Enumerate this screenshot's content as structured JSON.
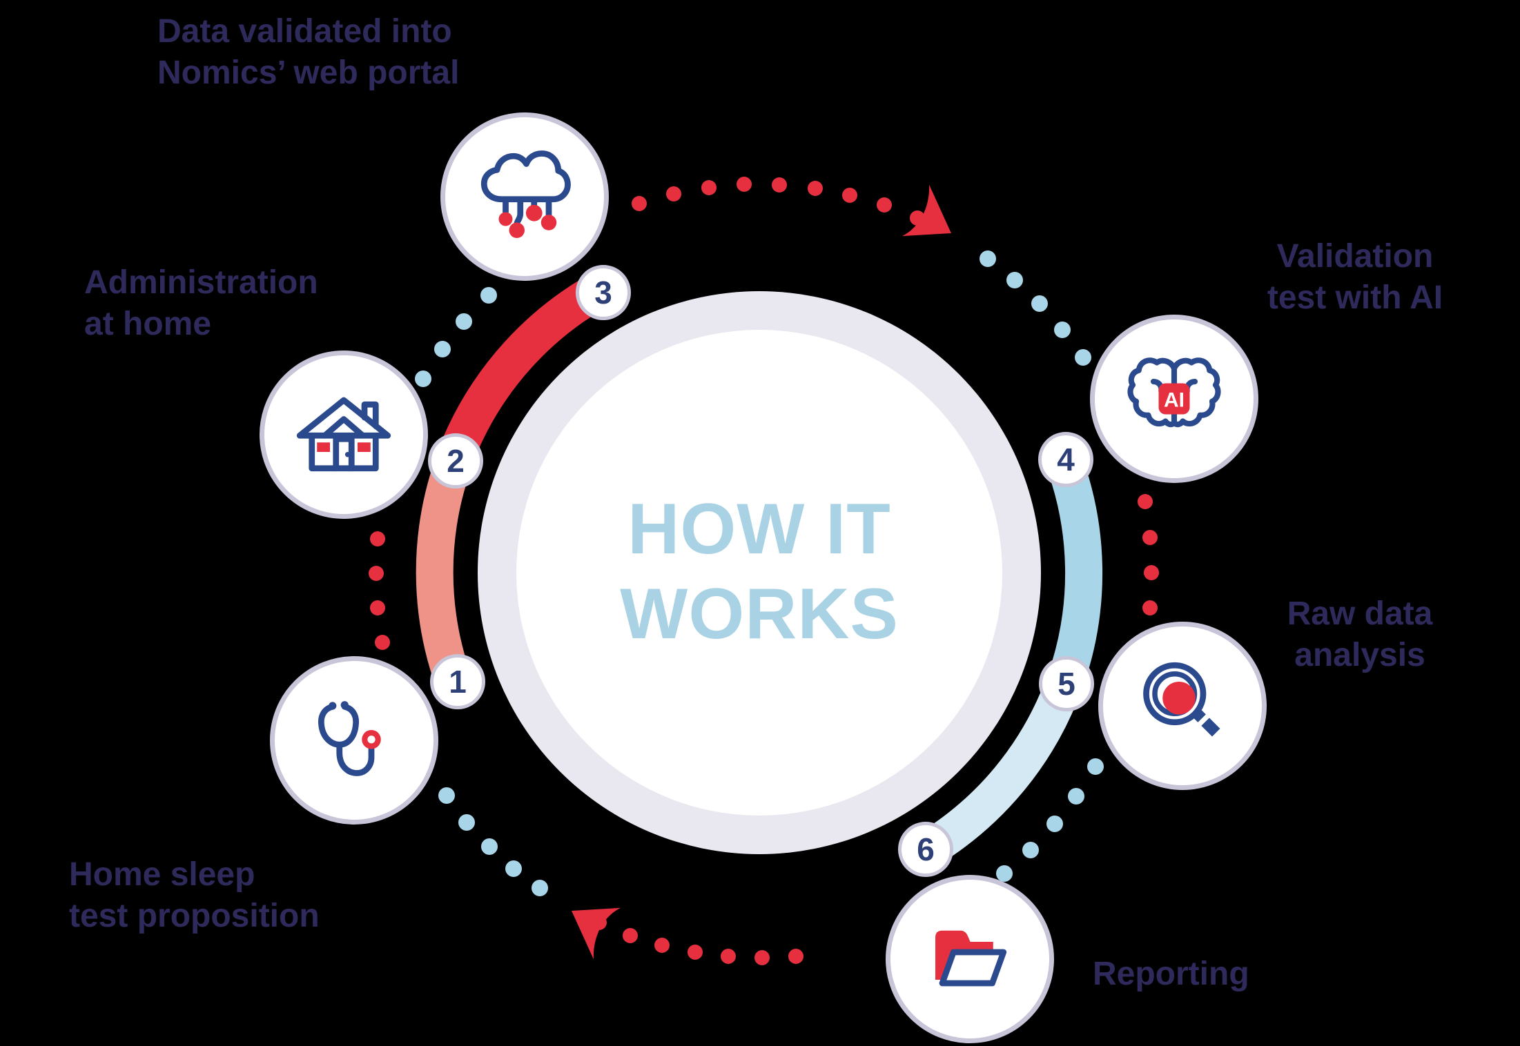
{
  "center_title": "HOW IT\nWORKS",
  "steps": [
    {
      "number": "1",
      "label": "Home sleep\ntest proposition",
      "icon": "stethoscope-icon"
    },
    {
      "number": "2",
      "label": "Administration\nat home",
      "icon": "house-icon"
    },
    {
      "number": "3",
      "label": "Data validated into\nNomics’ web portal",
      "icon": "cloud-data-icon"
    },
    {
      "number": "4",
      "label": "Validation\ntest with AI",
      "icon": "ai-brain-icon",
      "icon_text": "AI"
    },
    {
      "number": "5",
      "label": "Raw data\nanalysis",
      "icon": "magnifier-icon"
    },
    {
      "number": "6",
      "label": "Reporting",
      "icon": "folder-icon"
    }
  ],
  "colors": {
    "red": "#e6303f",
    "salmon": "#ef9287",
    "light_blue": "#a9d5e8",
    "pale_blue": "#d4e9f4",
    "navy_stroke": "#2b4a8e",
    "text_navy": "#2e2a5c",
    "badge_navy": "#2d4077",
    "title_blue": "#a9d2e5",
    "circle_border": "#c8c5d9",
    "center_ring": "#e9e7ef"
  }
}
